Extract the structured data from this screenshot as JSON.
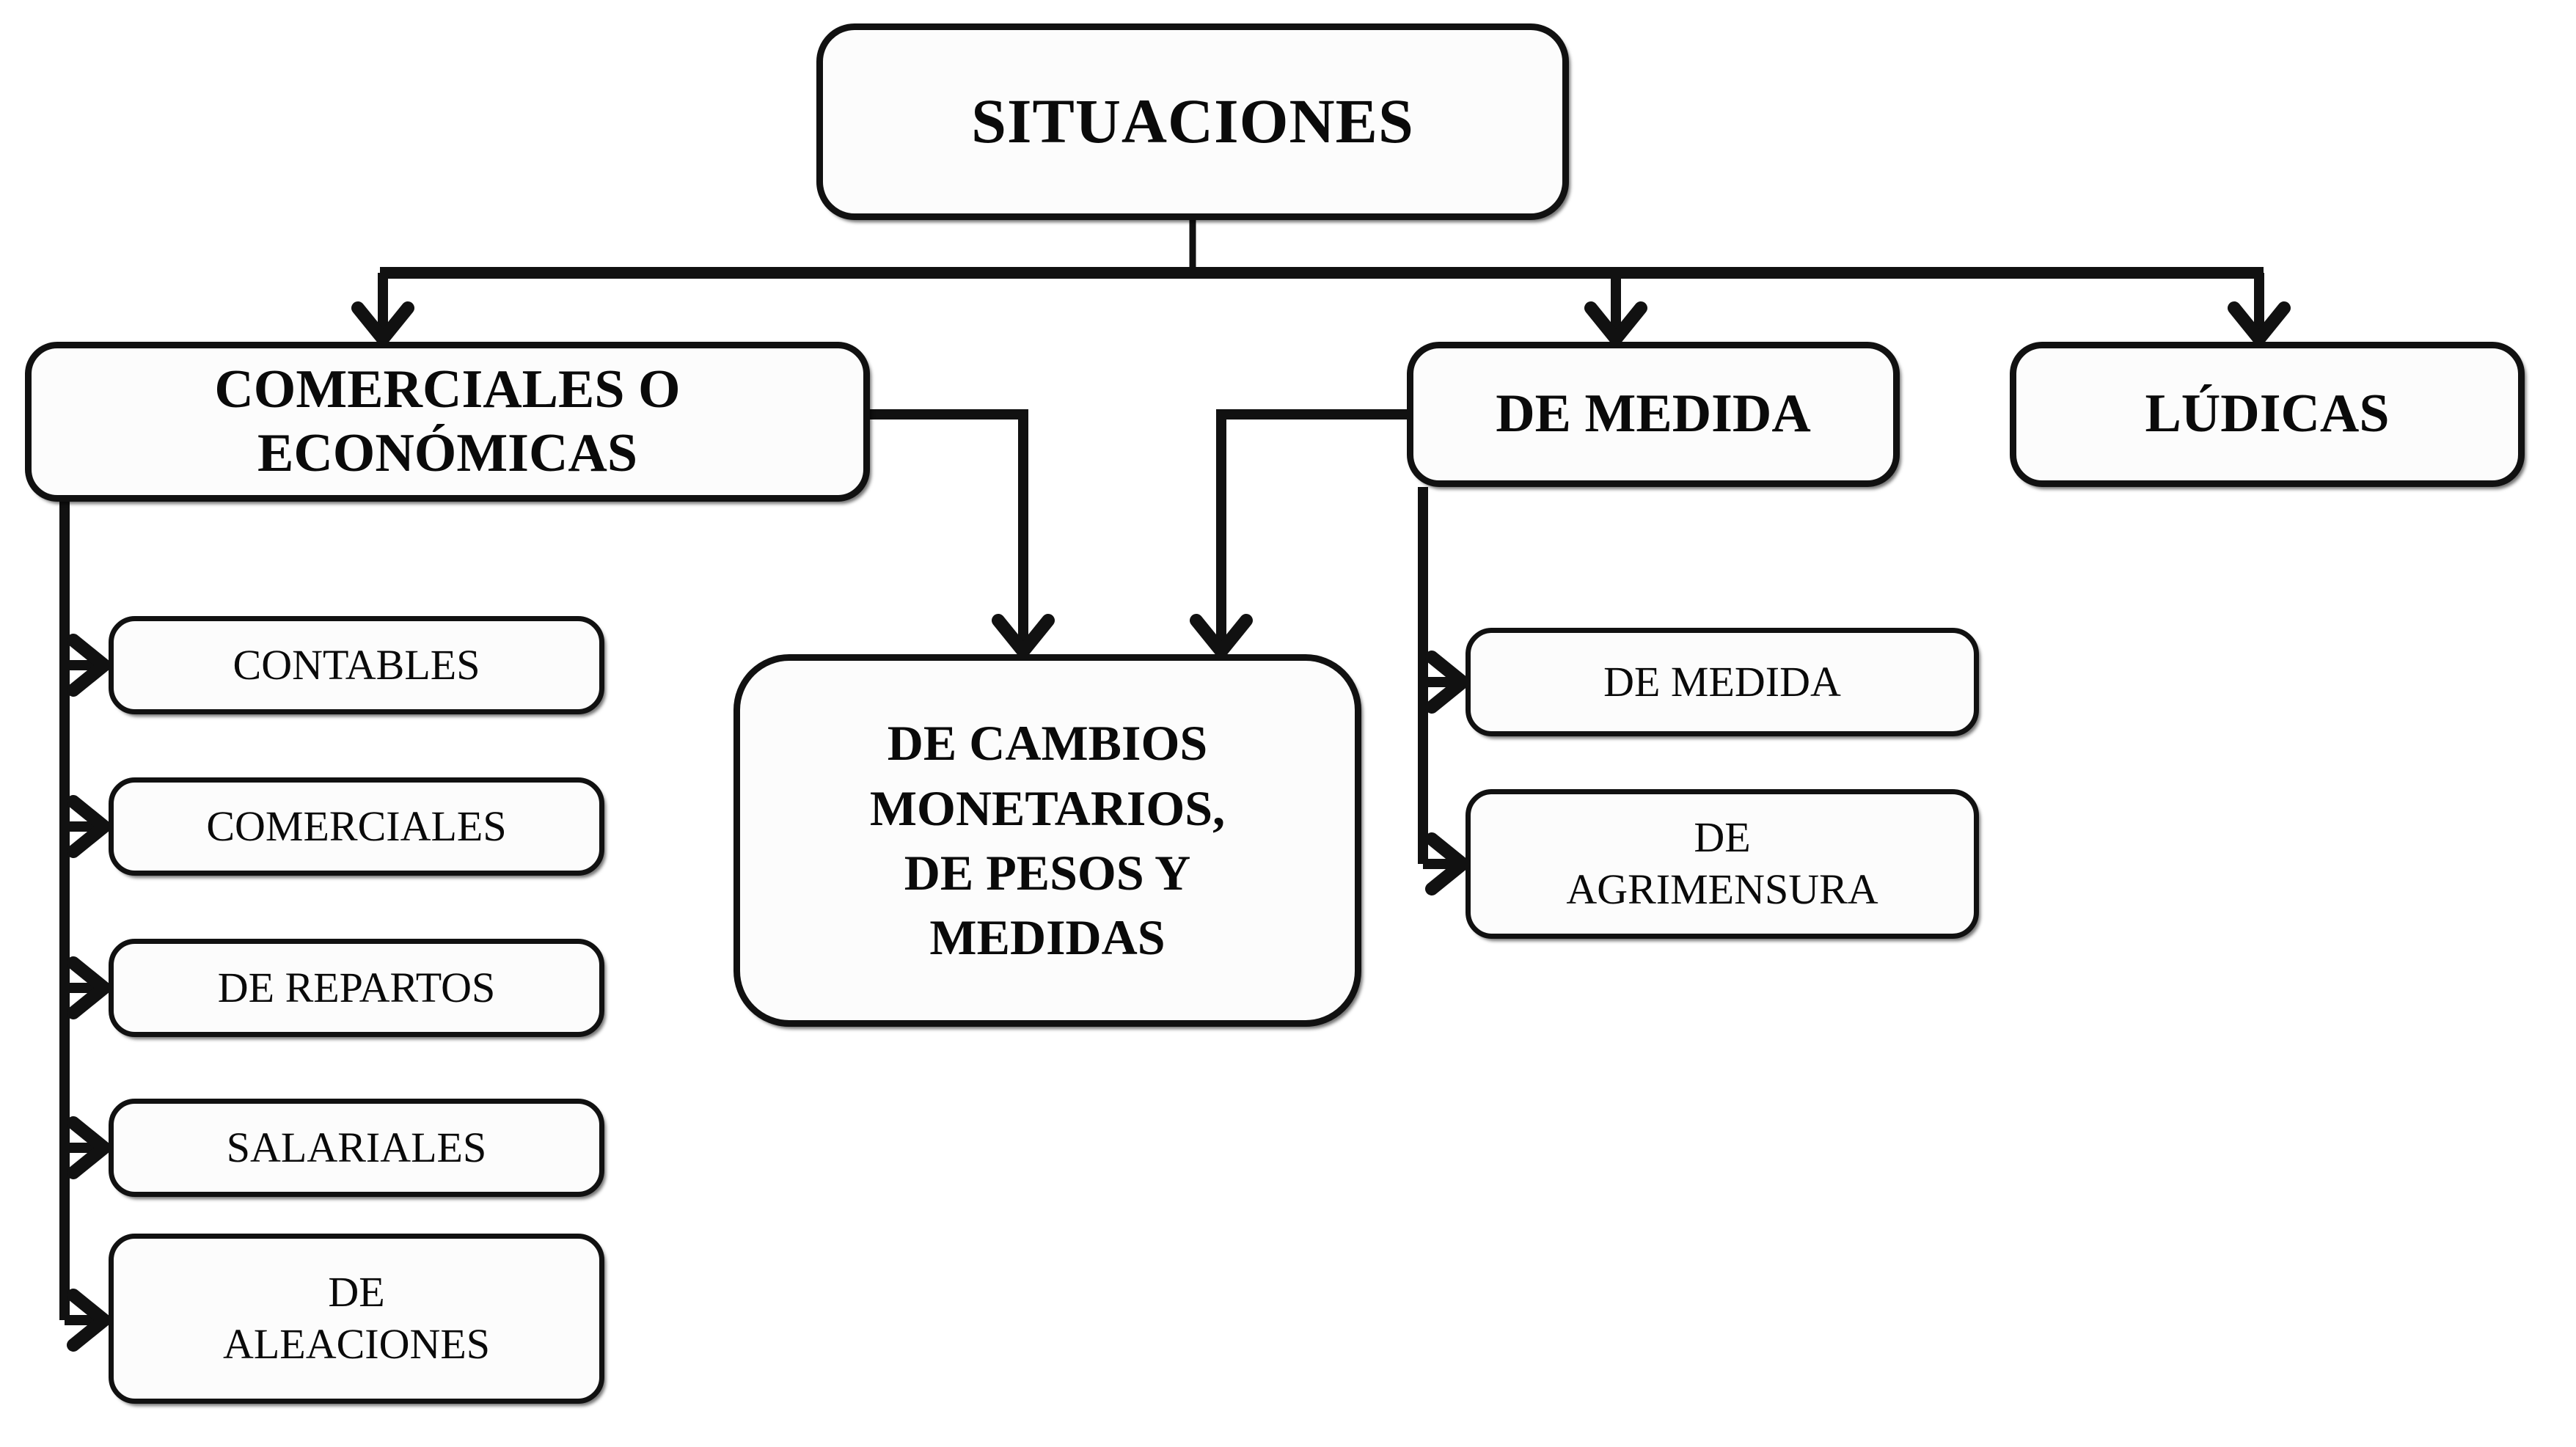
{
  "diagram": {
    "title": "SITUACIONES",
    "type": "hierarchy-tree",
    "orientation": "top-down",
    "colors": {
      "background": "#ffffff",
      "node_fill": "#fcfcfc",
      "node_border": "#111111",
      "text": "#0a0a0a",
      "connector": "#111111"
    },
    "root": {
      "id": "root",
      "label": "SITUACIONES"
    },
    "level2": [
      {
        "id": "comerciales",
        "label": "COMERCIALES O\nECONÓMICAS"
      },
      {
        "id": "de-medida",
        "label": "DE MEDIDA"
      },
      {
        "id": "ludicas",
        "label": "LÚDICAS"
      }
    ],
    "shared": [
      {
        "id": "cambios",
        "label": "DE CAMBIOS\nMONETARIOS,\nDE PESOS  Y\nMEDIDAS",
        "parents": [
          "comerciales",
          "de-medida"
        ]
      }
    ],
    "children_comerciales": [
      {
        "id": "contables",
        "label": "CONTABLES"
      },
      {
        "id": "comerciales2",
        "label": "COMERCIALES"
      },
      {
        "id": "repartos",
        "label": "DE REPARTOS"
      },
      {
        "id": "salariales",
        "label": "SALARIALES"
      },
      {
        "id": "aleaciones",
        "label": "DE\nALEACIONES"
      }
    ],
    "children_demedida": [
      {
        "id": "medida2",
        "label": "DE MEDIDA"
      },
      {
        "id": "agrimensura",
        "label": "DE\nAGRIMENSURA"
      }
    ]
  }
}
